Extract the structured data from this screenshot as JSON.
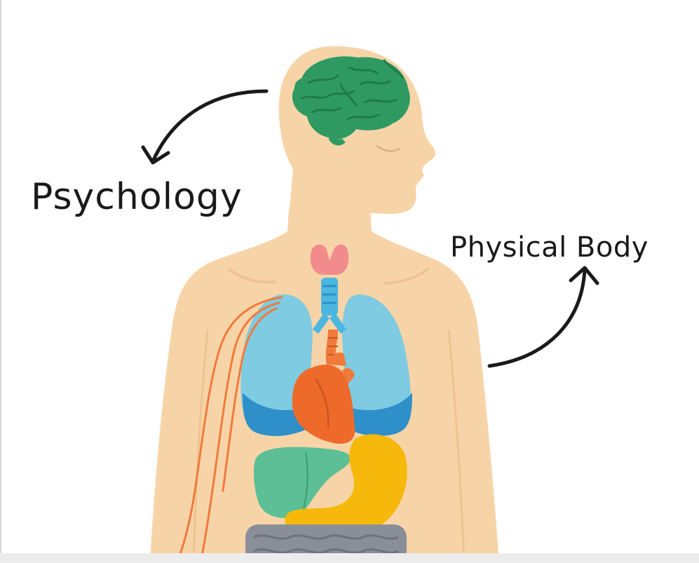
{
  "labels": {
    "psychology": "Psychology",
    "physical_body": "Physical Body"
  },
  "colors": {
    "skin": "#f7d4a8",
    "skin_shadow": "#eec393",
    "brain": "#2e9a62",
    "brain_line": "#1f7a4a",
    "thyroid": "#f28c8c",
    "trachea": "#4bb7e0",
    "lungs": "#7ecbe2",
    "lungs_dark": "#2f8fc8",
    "heart": "#ee6a2a",
    "aorta": "#f07a3a",
    "liver": "#5cbf96",
    "stomach": "#f6b80a",
    "intestine": "#8a8e99",
    "nerve": "#ef7b3c",
    "ink": "#1a1a1a",
    "background": "#ffffff"
  },
  "icons": {
    "psychology_arrow": "curved-arrow-left-down",
    "body_arrow": "curved-arrow-right-up"
  }
}
